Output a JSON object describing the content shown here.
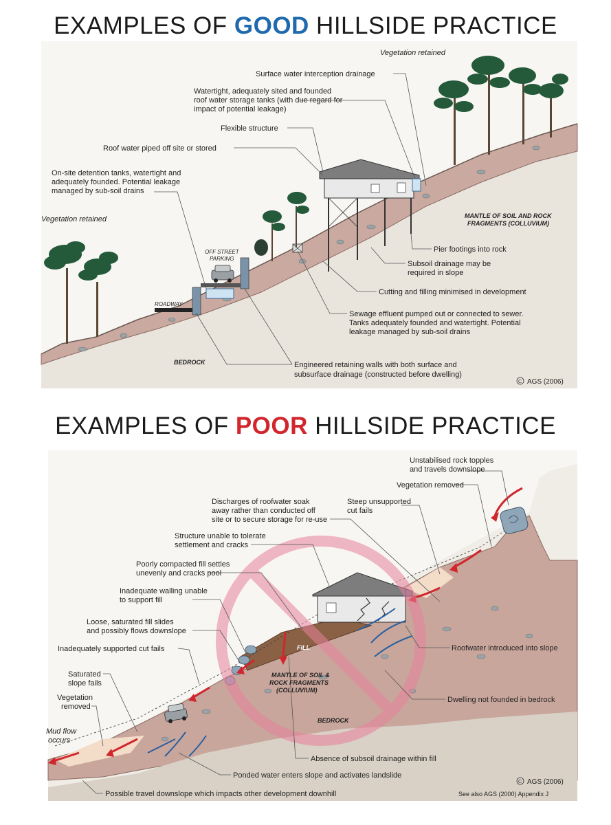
{
  "good": {
    "title_pre": "EXAMPLES OF ",
    "title_key": "GOOD",
    "title_post": " HILLSIDE PRACTICE",
    "labels": {
      "veg_right": "Vegetation retained",
      "veg_left": "Vegetation retained",
      "surface_water": "Surface water interception drainage",
      "tanks_1": "Watertight, adequately sited and founded",
      "tanks_2": "roof water storage tanks (with due regard for",
      "tanks_3": "impact of potential leakage)",
      "flexible": "Flexible structure",
      "roof_water": "Roof water piped off site or stored",
      "detention_1": "On-site detention tanks, watertight and",
      "detention_2": "adequately founded.  Potential leakage",
      "detention_3": "managed by sub-soil drains",
      "mantle_1": "MANTLE OF SOIL AND ROCK",
      "mantle_2": "FRAGMENTS (COLLUVIUM)",
      "parking_1": "OFF STREET",
      "parking_2": "PARKING",
      "pier": "Pier footings into rock",
      "subsoil_1": "Subsoil drainage may be",
      "subsoil_2": "required in slope",
      "roadway": "ROADWAY",
      "cutting": "Cutting and filling minimised in development",
      "sewage_1": "Sewage effluent pumped out or connected to sewer.",
      "sewage_2": "Tanks adequately founded and watertight.  Potential",
      "sewage_3": "leakage managed by sub-soil drains",
      "bedrock": "BEDROCK",
      "walls_1": "Engineered retaining walls with both surface and",
      "walls_2": "subsurface drainage (constructed before dwelling)",
      "copyright": "AGS (2006)"
    }
  },
  "poor": {
    "title_pre": "EXAMPLES OF ",
    "title_key": "POOR",
    "title_post": " HILLSIDE PRACTICE",
    "labels": {
      "rock_1": "Unstabilised rock topples",
      "rock_2": "and travels downslope",
      "veg_removed_top": "Vegetation removed",
      "discharge_1": "Discharges of  roofwater soak",
      "discharge_2": "away rather than conducted off",
      "discharge_3": "site or to secure storage for re-use",
      "steep_1": "Steep unsupported",
      "steep_2": "cut fails",
      "structure_1": "Structure unable to tolerate",
      "structure_2": "settlement and cracks",
      "compacted_1": "Poorly compacted fill settles",
      "compacted_2": "unevenly and cracks pool",
      "walling_1": "Inadequate walling unable",
      "walling_2": "to support fill",
      "loose_1": "Loose, saturated fill slides",
      "loose_2": "and possibly flows downslope",
      "fill": "FILL",
      "roofwater": "Roofwater introduced into slope",
      "cut_fails": "Inadequately supported cut fails",
      "mantle_1": "MANTLE OF SOIL &",
      "mantle_2": "ROCK FRAGMENTS",
      "mantle_3": "(COLLUVIUM)",
      "saturated_1": "Saturated",
      "saturated_2": "slope fails",
      "veg_removed_1": "Vegetation",
      "veg_removed_2": "removed",
      "dwelling": "Dwelling not founded in bedrock",
      "bedrock": "BEDROCK",
      "mud_1": "Mud flow",
      "mud_2": "occurs",
      "absence": "Absence of subsoil drainage within fill",
      "ponded": "Ponded water enters slope and activates landslide",
      "copyright": "AGS (2006)",
      "possible": "Possible travel downslope which impacts other development downhill",
      "see_also": "See also AGS (2000) Appendix J"
    }
  }
}
